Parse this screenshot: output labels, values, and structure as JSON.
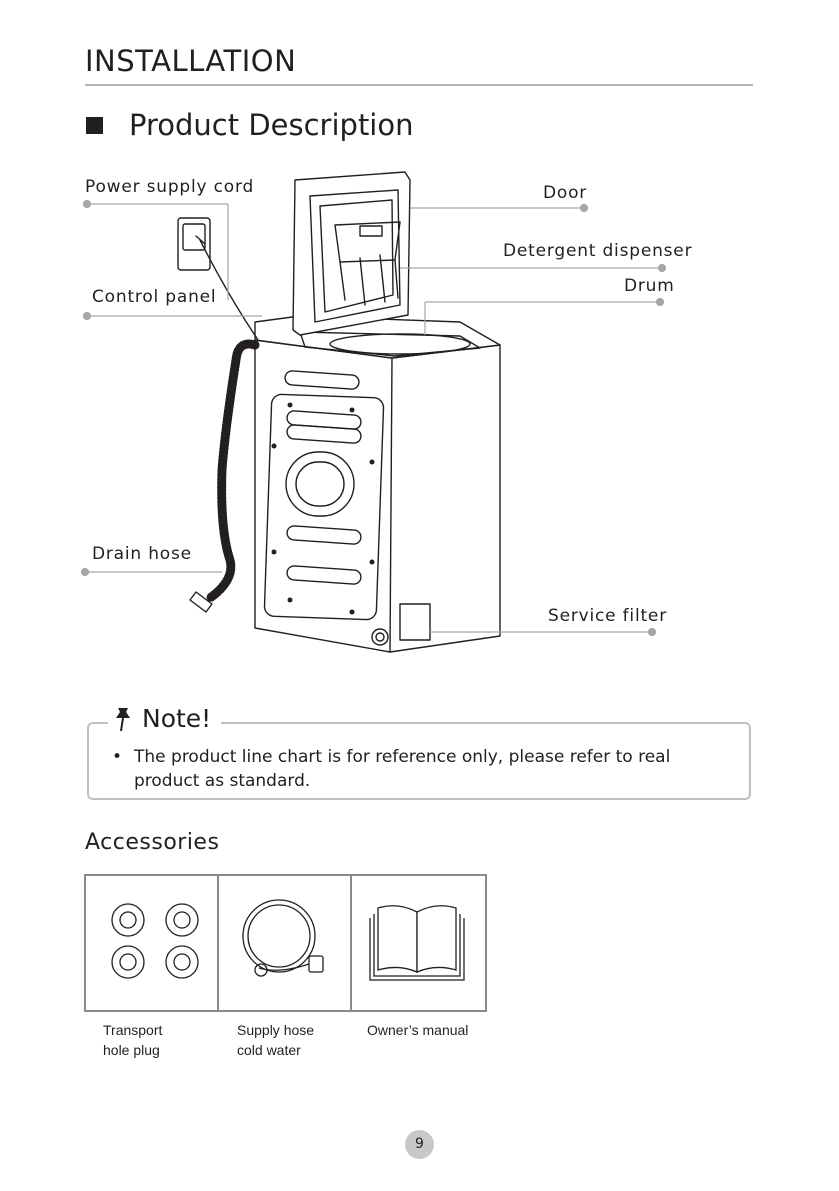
{
  "header": {
    "section_title": "INSTALLATION"
  },
  "product": {
    "heading": "Product Description",
    "labels": {
      "power_cord": "Power supply cord",
      "control_panel": "Control panel",
      "drain_hose": "Drain hose",
      "door": "Door",
      "detergent": "Detergent dispenser",
      "drum": "Drum",
      "service_filter": "Service filter"
    }
  },
  "note": {
    "title": "Note!",
    "bullet": "•",
    "text": "The product line chart is for reference only, please refer to real product as standard."
  },
  "accessories": {
    "title": "Accessories",
    "items": [
      {
        "line1": "Transport",
        "line2": "hole plug",
        "icon": "transport-plug-icon"
      },
      {
        "line1": "Supply hose",
        "line2": "cold water",
        "icon": "supply-hose-icon"
      },
      {
        "line1": "Owner’s manual",
        "line2": "",
        "icon": "manual-book-icon"
      }
    ]
  },
  "footer": {
    "page_number": "9"
  }
}
